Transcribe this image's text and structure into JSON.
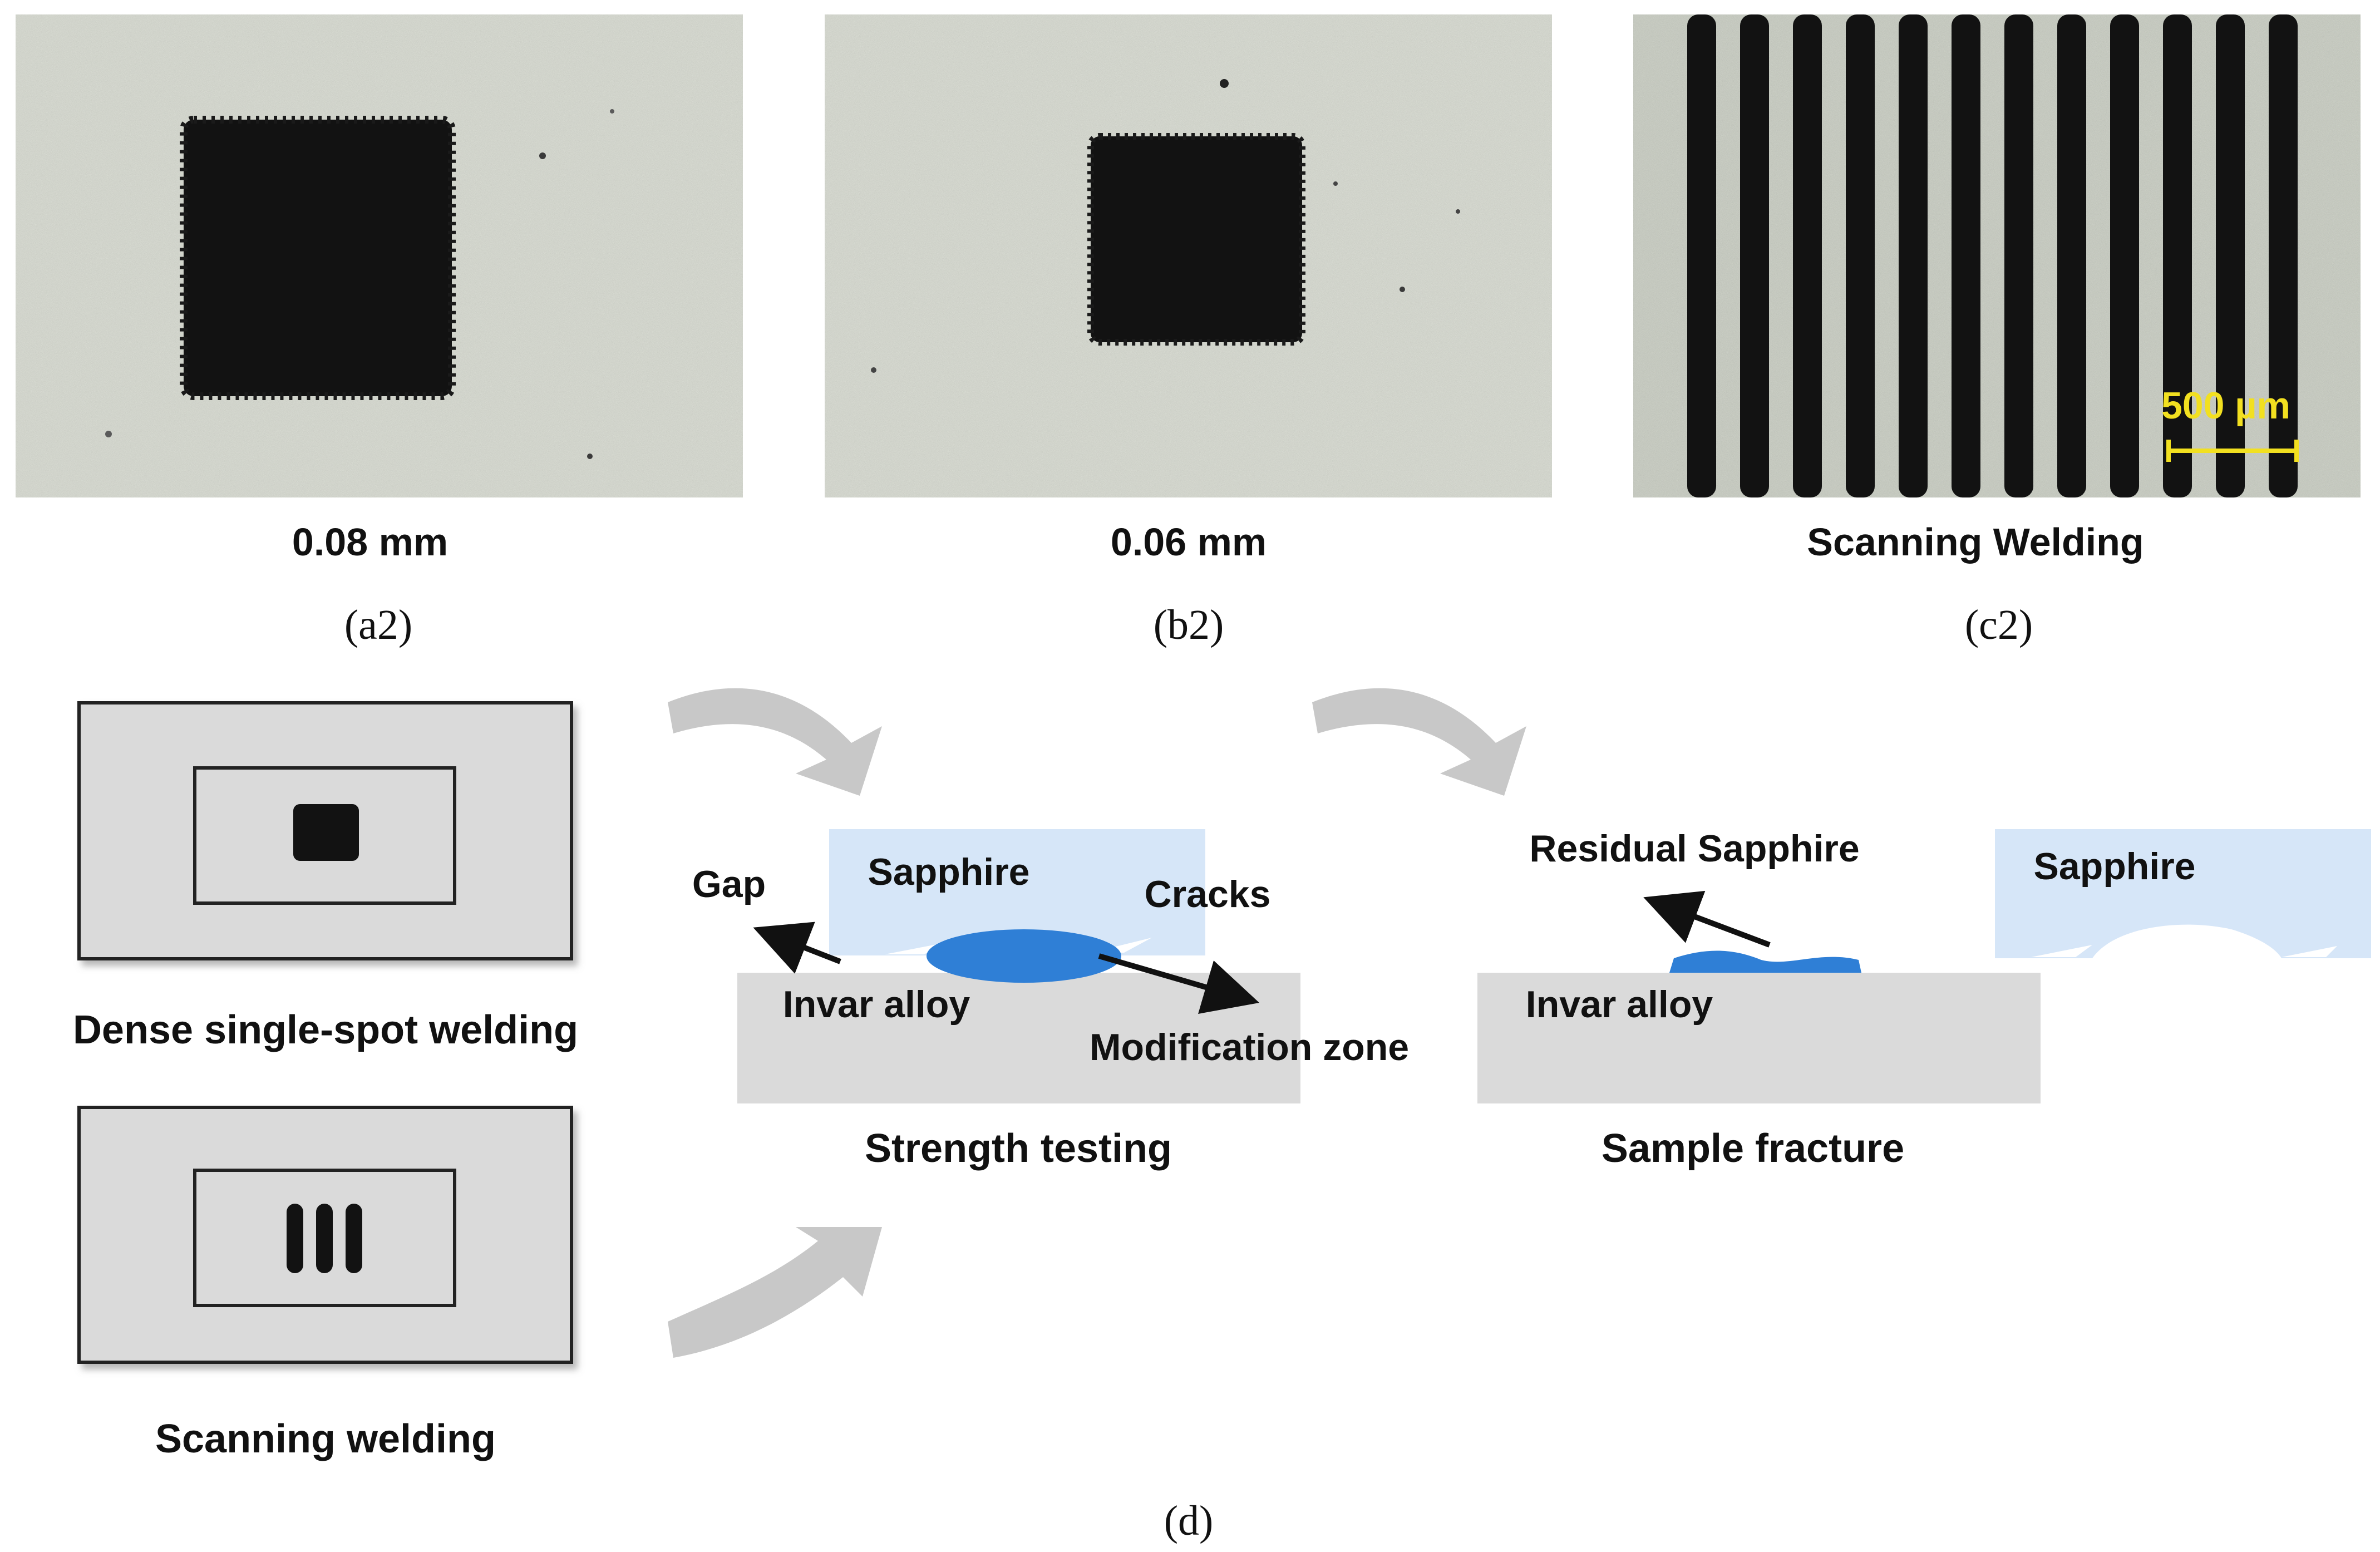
{
  "photos": {
    "a2": {
      "caption": "0.08 mm",
      "panel": "(a2)"
    },
    "b2": {
      "caption": "0.06 mm",
      "panel": "(b2)"
    },
    "c2": {
      "caption": "Scanning Welding",
      "panel": "(c2)",
      "scale_bar": "500 µm"
    }
  },
  "diagram": {
    "panel": "(d)",
    "dense_label": "Dense single-spot welding",
    "scanning_label": "Scanning welding",
    "strength": {
      "title": "Strength testing",
      "sapphire": "Sapphire",
      "gap": "Gap",
      "cracks": "Cracks",
      "invar": "Invar alloy",
      "modification": "Modification zone"
    },
    "fracture": {
      "title": "Sample fracture",
      "residual": "Residual Sapphire",
      "sapphire": "Sapphire",
      "invar": "Invar alloy"
    }
  },
  "colors": {
    "photo_bg": "#dcdfd6",
    "weld": "#121212",
    "box_fill": "#dadada",
    "sapphire": "#d6e6f8",
    "modification": "#2f7fd6",
    "arrow_grey": "#c8c8c8"
  }
}
